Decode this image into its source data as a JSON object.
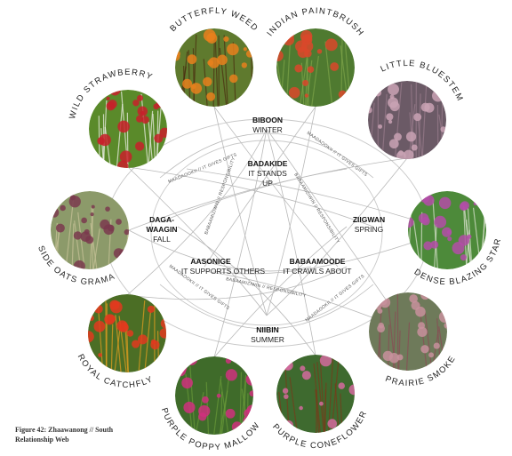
{
  "figure": {
    "caption_line1": "Figure 42: Zhaawanong // South",
    "caption_line2": "Relationship Web"
  },
  "plants": [
    {
      "id": "butterfly-weed",
      "label": "BUTTERFLY WEED",
      "colors": {
        "bg": "#5f7a2e",
        "fg": "#e8801c",
        "accent": "#4a2c10"
      }
    },
    {
      "id": "indian-paintbrush",
      "label": "INDIAN PAINTBRUSH",
      "colors": {
        "bg": "#4f7a30",
        "fg": "#d9482a",
        "accent": "#7fa54a"
      }
    },
    {
      "id": "little-bluestem",
      "label": "LITTLE BLUESTEM",
      "colors": {
        "bg": "#6b5a66",
        "fg": "#c9a2b4",
        "accent": "#9a7d8d"
      }
    },
    {
      "id": "dense-blazing-star",
      "label": "DENSE BLAZING STAR",
      "colors": {
        "bg": "#4d8a3a",
        "fg": "#b44ca8",
        "accent": "#e0e6d5"
      }
    },
    {
      "id": "prairie-smoke",
      "label": "PRAIRIE SMOKE",
      "colors": {
        "bg": "#6e7a5a",
        "fg": "#c8909c",
        "accent": "#8a4a55"
      }
    },
    {
      "id": "purple-coneflower",
      "label": "PURPLE CONEFLOWER",
      "colors": {
        "bg": "#3e6a2f",
        "fg": "#d46a9e",
        "accent": "#7a3a1a"
      }
    },
    {
      "id": "purple-poppy-mallow",
      "label": "PURPLE POPPY MALLOW",
      "colors": {
        "bg": "#3f6b2a",
        "fg": "#d0307e",
        "accent": "#6a9a3a"
      }
    },
    {
      "id": "royal-catchfly",
      "label": "ROYAL CATCHFLY",
      "colors": {
        "bg": "#4b6e25",
        "fg": "#e23a1e",
        "accent": "#e8a020"
      }
    },
    {
      "id": "side-oats-grama",
      "label": "SIDE OATS GRAMA",
      "colors": {
        "bg": "#8c9a6a",
        "fg": "#7a3a4e",
        "accent": "#c9c49a"
      }
    },
    {
      "id": "wild-strawberry",
      "label": "WILD STRAWBERRY",
      "colors": {
        "bg": "#5a8a2a",
        "fg": "#c8202a",
        "accent": "#f4f4f0"
      }
    }
  ],
  "nodes": {
    "biboon": {
      "name": "BIBOON",
      "meaning": "WINTER"
    },
    "badakide": {
      "name": "BADAKIDE",
      "meaning_1": "IT STANDS",
      "meaning_2": "UP"
    },
    "dagawaagin": {
      "name_1": "DAGA-",
      "name_2": "WAAGIN",
      "meaning": "FALL"
    },
    "ziigwan": {
      "name": "ZIIGWAN",
      "meaning": "SPRING"
    },
    "aasonige": {
      "name": "AASONIGE",
      "meaning": "IT SUPPORTS OTHERS"
    },
    "babaamoode": {
      "name": "BABAAMOODE",
      "meaning": "IT CRAWLS ABOUT"
    },
    "niibin": {
      "name": "NIIBIN",
      "meaning": "SUMMER"
    }
  },
  "edge_labels": {
    "gifts_top_left": "MAADAOOKII // IT GIVES GIFTS",
    "gifts_top_right": "MAADAOOKII // IT GIVES GIFTS",
    "resp_upper_left": "BABAAMIZIWIN // RESPONSIBILITY",
    "resp_upper_right": "BABAAMIZIWIN // RESPONSIBILITY",
    "gifts_lower_left": "MAADAOOKII // IT GIVES GIFTS",
    "gifts_lower_right": "MAADAOOKII // IT GIVES GIFTS",
    "resp_bottom": "BABAAMIZIWIN // RESPONSIBILITY"
  },
  "colors": {
    "edge": "#b9b9b9",
    "ring": "#c8c8c8",
    "text": "#222222"
  }
}
